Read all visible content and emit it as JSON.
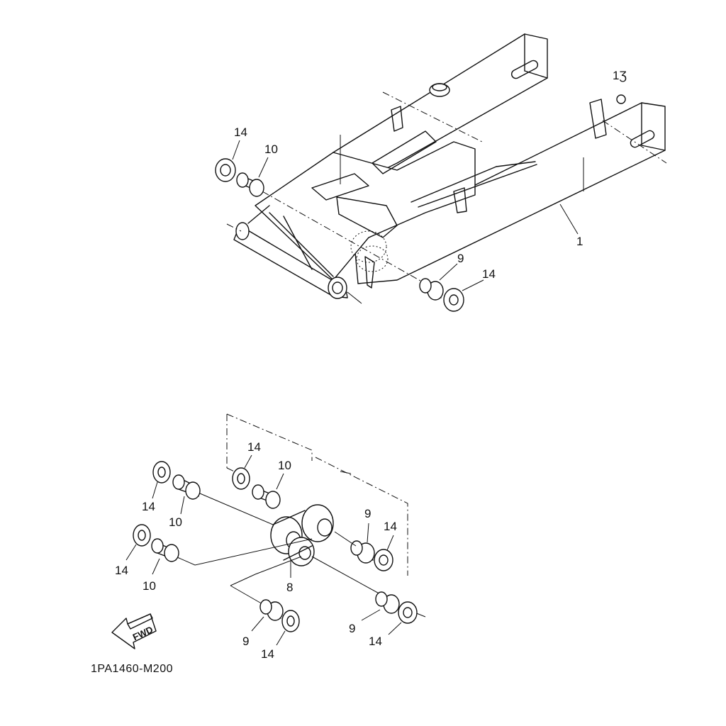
{
  "diagram_code": "1PA1460-M200",
  "fwd_label": "FWD",
  "callouts": {
    "swingarm": "1",
    "clip_partial": "1Ʒ",
    "top_washer": "14",
    "top_collar": "10",
    "top_bushing": "9",
    "top_washer_r": "14",
    "box_washer": "14",
    "box_collar": "10",
    "box_bushing": "9",
    "box_washer_r": "14",
    "left_washer_a": "14",
    "left_collar_a": "10",
    "left_washer_b": "14",
    "left_collar_b": "10",
    "bracket": "8",
    "low_bushing_l": "9",
    "low_washer_l": "14",
    "low_bushing_r": "9",
    "low_washer_r": "14"
  }
}
